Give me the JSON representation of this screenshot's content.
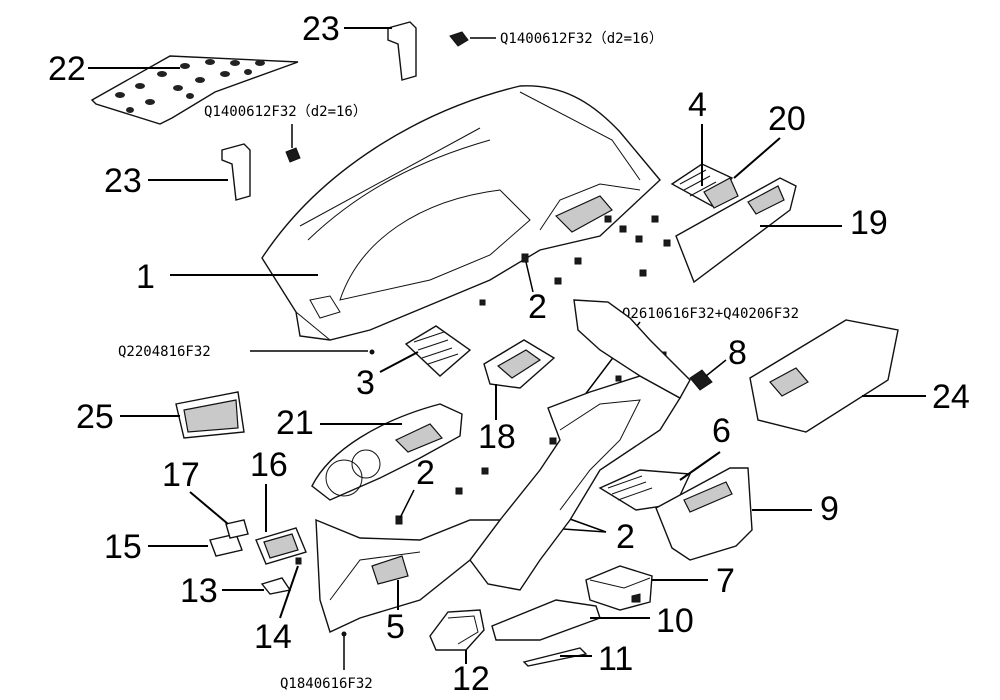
{
  "callouts": {
    "c1": "1",
    "c2a": "2",
    "c2b": "2",
    "c2c": "2",
    "c3": "3",
    "c4": "4",
    "c5": "5",
    "c6": "6",
    "c7": "7",
    "c8": "8",
    "c9": "9",
    "c10": "10",
    "c11": "11",
    "c12": "12",
    "c13": "13",
    "c14": "14",
    "c15": "15",
    "c16": "16",
    "c17": "17",
    "c18": "18",
    "c19": "19",
    "c20": "20",
    "c21": "21",
    "c22": "22",
    "c23a": "23",
    "c23b": "23",
    "c24": "24",
    "c25": "25"
  },
  "part_codes": {
    "clip_top": "Q1400612F32（d2=16）",
    "clip_mid": "Q1400612F32（d2=16）",
    "screw_left": "Q2204816F32",
    "screw_center": "Q2610616F32+Q40206F32",
    "screw_bottom": "Q1840616F32"
  }
}
